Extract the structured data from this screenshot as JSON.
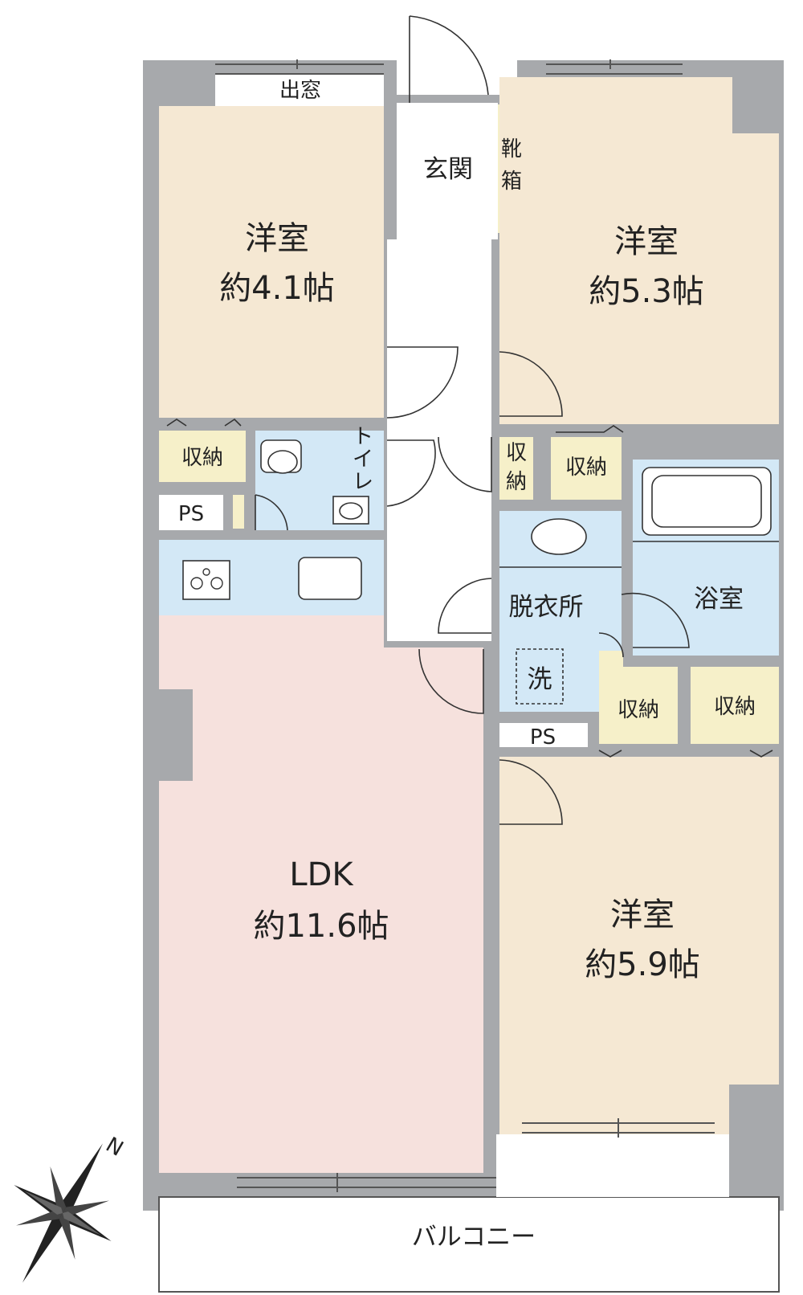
{
  "rooms": {
    "western_top_left": {
      "name": "洋室",
      "size": "約4.1帖"
    },
    "western_top_right": {
      "name": "洋室",
      "size": "約5.3帖"
    },
    "western_bottom_right": {
      "name": "洋室",
      "size": "約5.9帖"
    },
    "ldk": {
      "name": "LDK",
      "size": "約11.6帖"
    },
    "bay_window": "出窓",
    "entrance": "玄関",
    "shoe_box_1": "靴",
    "shoe_box_2": "箱",
    "toilet_1": "ト",
    "toilet_2": "イ",
    "toilet_3": "レ",
    "dressing": "脱衣所",
    "washer": "洗",
    "bath": "浴室",
    "balcony": "バルコニー",
    "storage": "収納",
    "storage_v1": "収",
    "storage_v2": "納",
    "ps": "PS"
  },
  "compass": {
    "label": "N"
  },
  "colors": {
    "wall": "#a7a9ac",
    "western_room": "#f5e8d3",
    "ldk": "#f6e1dd",
    "wet_area": "#d3e8f6",
    "storage": "#f6f0c9",
    "white": "#ffffff"
  }
}
